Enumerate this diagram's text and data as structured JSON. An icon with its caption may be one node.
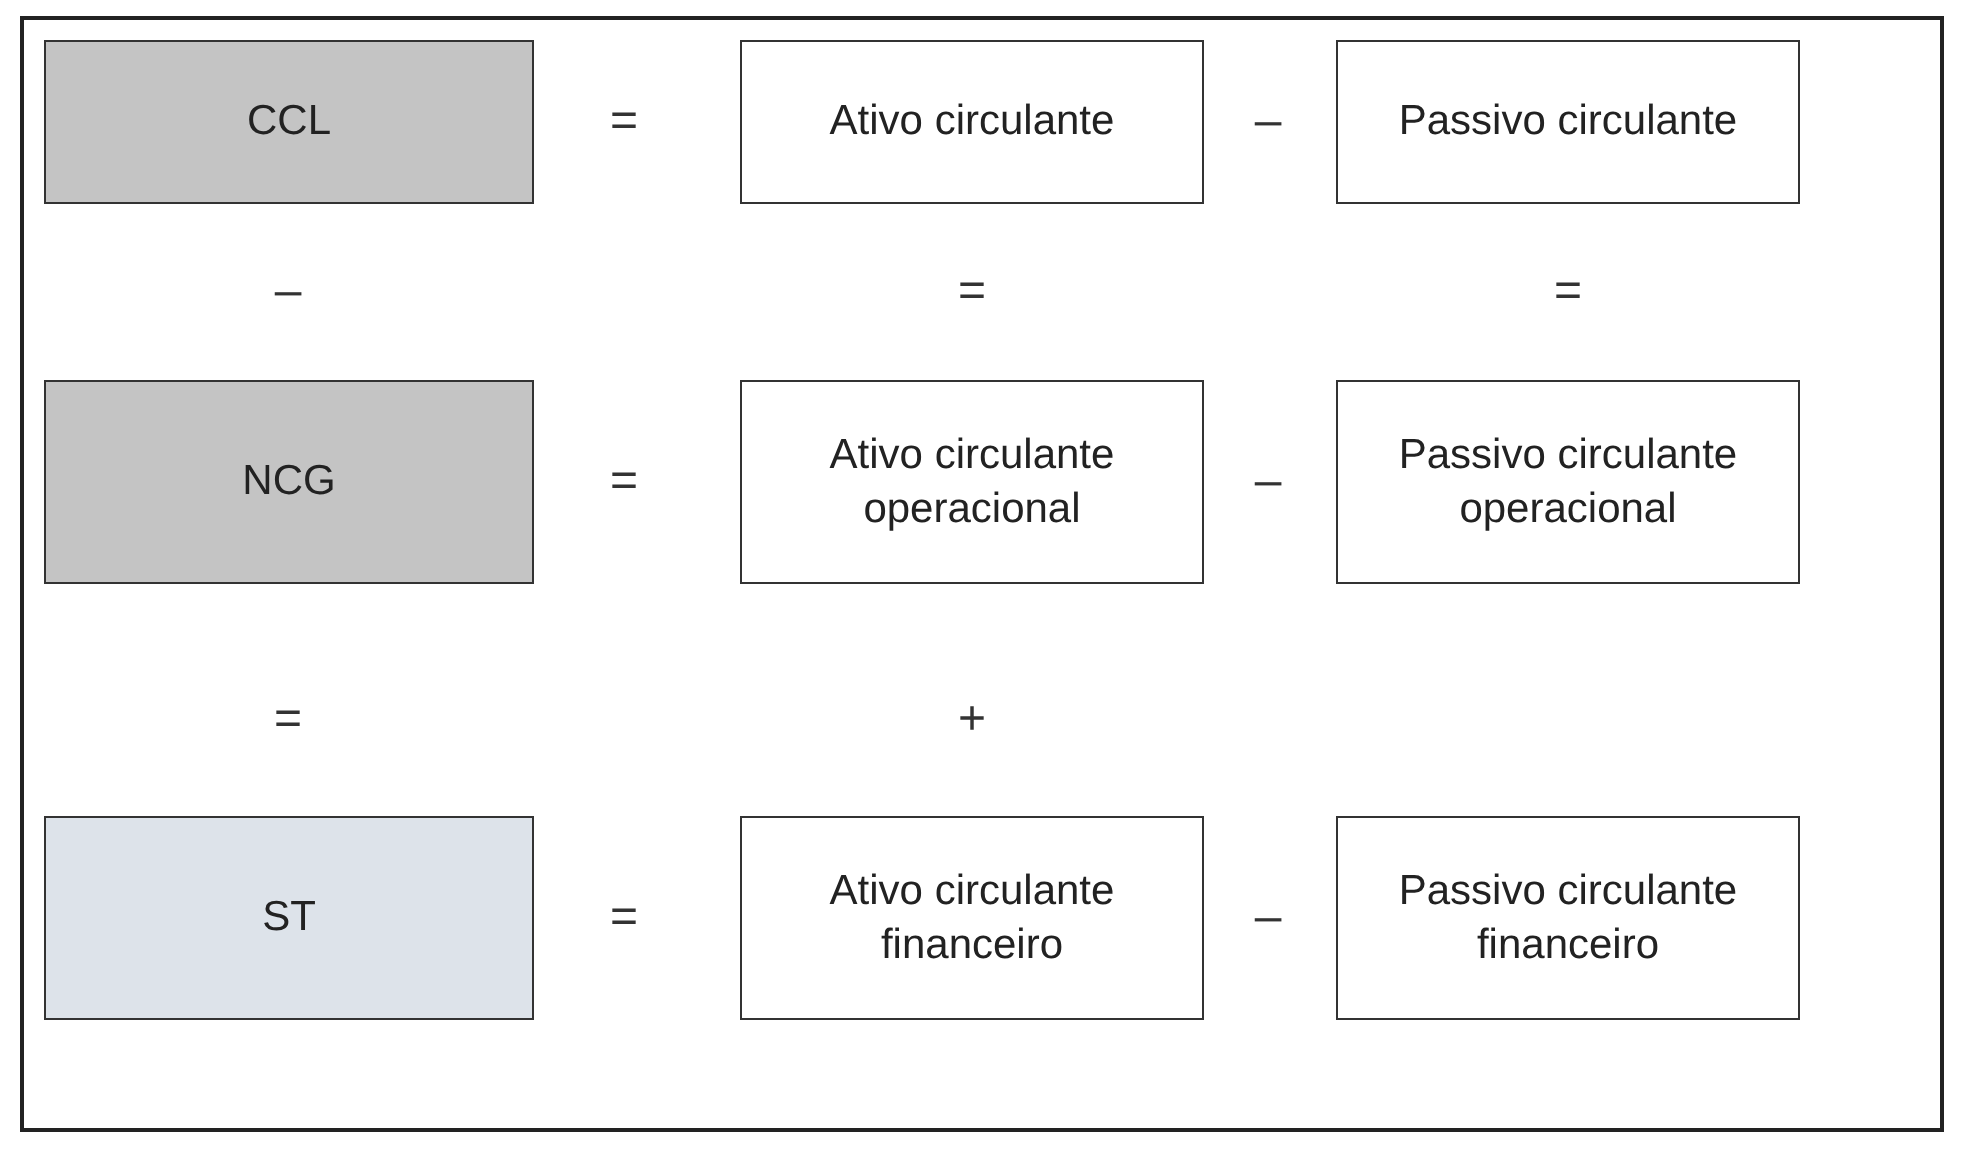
{
  "diagram": {
    "nodes": [
      {
        "text": [
          "CCL"
        ]
      },
      {
        "text": [
          "Ativo circulante"
        ]
      },
      {
        "text": [
          "Passivo circulante"
        ]
      },
      {
        "text": [
          "NCG"
        ]
      },
      {
        "text": [
          "Ativo circulante operacional"
        ]
      },
      {
        "text": [
          "Passivo circulante operacional"
        ]
      },
      {
        "text": [
          "ST"
        ]
      },
      {
        "text": [
          "Ativo circulante financeiro"
        ]
      },
      {
        "text": [
          "Passivo circulante financeiro"
        ]
      }
    ],
    "labels": [
      "=",
      "–",
      "–",
      "=",
      "=",
      "=",
      "–",
      "=",
      "+",
      "=",
      "–"
    ]
  }
}
